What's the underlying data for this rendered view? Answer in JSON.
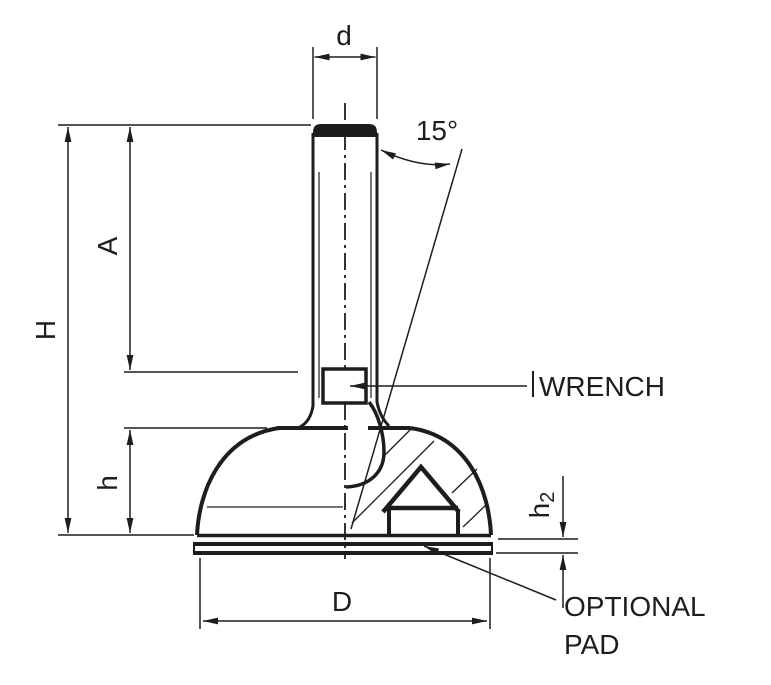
{
  "drawing": {
    "type": "technical-dimension-drawing",
    "subject": "adjustable leveling foot, half-section view",
    "colors": {
      "ink": "#1d1d1f",
      "background": "#ffffff"
    },
    "labels": {
      "thread_diameter": "d",
      "tilt_angle": "15°",
      "wrench_flat": "WRENCH",
      "thread_length": "A",
      "overall_height": "H",
      "base_height": "h",
      "pad_thickness_main": "h",
      "pad_thickness_sub": "2",
      "base_diameter": "D",
      "optional_pad_line1": "OPTIONAL",
      "optional_pad_line2": "PAD"
    }
  }
}
